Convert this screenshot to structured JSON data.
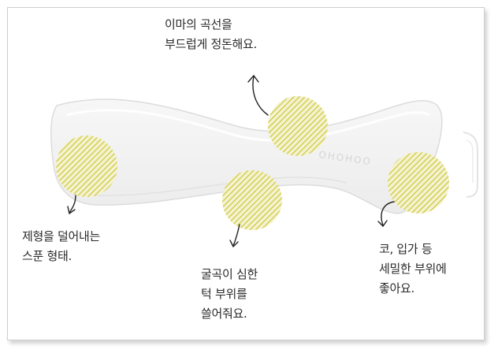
{
  "product": {
    "engraving": "OHOHOO",
    "colors": {
      "body_fill": "#f4f4f4",
      "body_stroke": "#dcdcdc",
      "spot": "#c9c42f",
      "spot_bg": "#f4f2cf",
      "arrow": "#222222"
    }
  },
  "captions": {
    "forehead": "이마의 곡선을\n부드럽게 정돈해요.",
    "spoon": "제형을 덜어내는\n스푼 형태.",
    "curve": "굴곡이 심한\n턱 부위를\n쓸어줘요.",
    "nose": "코, 입가 등\n세밀한 부위에\n좋아요."
  }
}
